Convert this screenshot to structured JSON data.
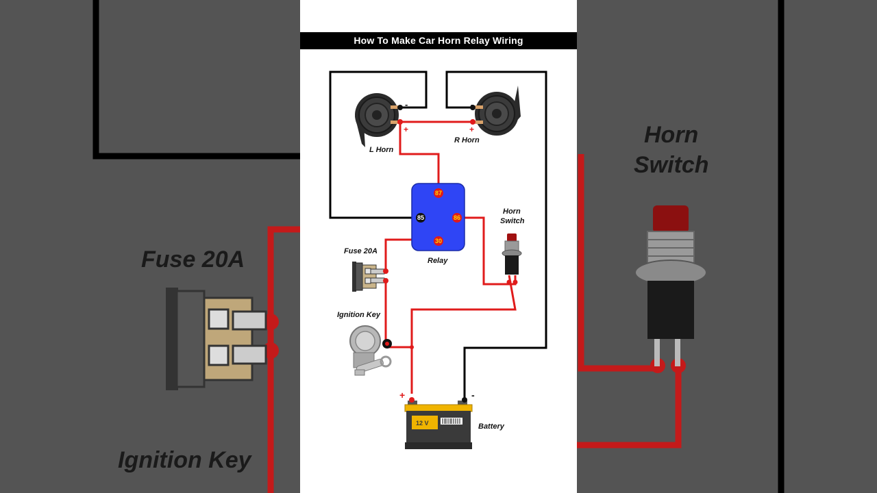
{
  "title": "How To Make Car Horn Relay Wiring",
  "labels": {
    "left_horn": "L Horn",
    "right_horn": "R Horn",
    "relay": "Relay",
    "horn_switch_line1": "Horn",
    "horn_switch_line2": "Switch",
    "fuse": "Fuse 20A",
    "ignition_key": "Ignition Key",
    "battery": "Battery",
    "battery_voltage": "12 V"
  },
  "relay_pins": {
    "p87": "87",
    "p85": "85",
    "p86": "86",
    "p30": "30"
  },
  "polarity": {
    "plus": "+",
    "minus": "-"
  },
  "background_zoom": {
    "horn_switch_line1": "Horn",
    "horn_switch_line2": "Switch",
    "fuse": "Fuse 20A",
    "ignition_key": "Ignition Key"
  },
  "colors": {
    "wire_positive": "#e01b1b",
    "wire_ground": "#000000",
    "relay_body": "#2f45f5",
    "background": "#545454"
  }
}
